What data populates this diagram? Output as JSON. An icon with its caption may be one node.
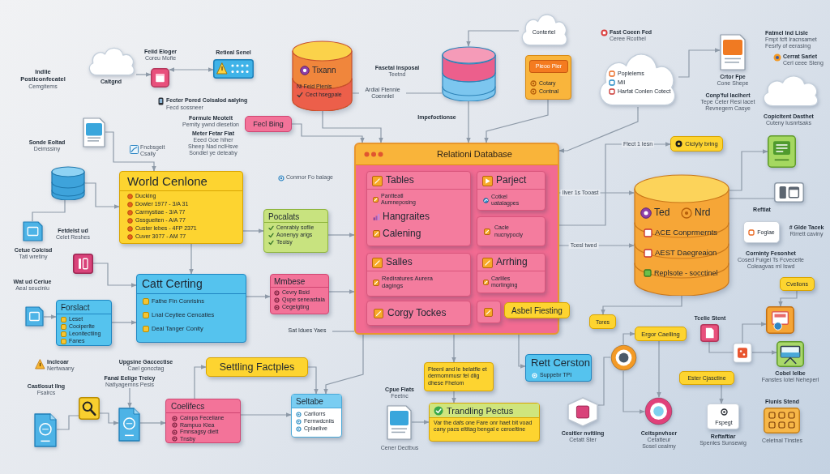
{
  "diagram": {
    "nodes": [
      {
        "text": [],
        "shape": "cloud",
        "beside": [
          "Caltgnd"
        ]
      },
      {
        "text": [],
        "shape": "picture",
        "beside": [
          "Feiid Eioger",
          "Coreu Mofie"
        ]
      },
      {
        "text": [],
        "shape": "picture",
        "beside": [
          "Retieal Senel"
        ]
      },
      {
        "text": [],
        "shape": "picture"
      },
      {
        "text": [],
        "shape": "cylinder"
      },
      {
        "text": [
          "World Cenlone",
          "Ducking",
          "Dowler 1977 - 3/A 31",
          "Carmystiae - 3/A 77",
          "Gssgueiten - A/A 77",
          "Custer lebes - 4FP 2371",
          "Cuver 3077 - AM 77"
        ]
      },
      {
        "text": [
          "Pocalats",
          "Cenrabiy soflie",
          "Aonenyy arigs",
          "Teoisy"
        ]
      },
      {
        "text": [
          "Mmbese",
          "Cevry Bsid",
          "Qupe seneastaia",
          "Cegelgting"
        ]
      },
      {
        "text": [
          "Fecl Bing"
        ]
      },
      {
        "text": [
          "Relationi Database"
        ]
      },
      {
        "text": [
          "Tables",
          "Pantteatl Aumneposing",
          "Hangraites",
          "Calening"
        ],
        "in": 9
      },
      {
        "text": [
          "Parject",
          "Cotkel uatalagpes"
        ],
        "in": 9
      },
      {
        "text": [
          "Cacle nucnypocly"
        ],
        "in": 9
      },
      {
        "text": [
          "Salles",
          "Rediratures Aurera dagings"
        ],
        "in": 9
      },
      {
        "text": [
          "Arrhing",
          "Carliles morlinging"
        ],
        "in": 9
      },
      {
        "text": [
          "Corgy Tockes"
        ],
        "in": 9
      },
      {
        "text": [],
        "shape": "box",
        "in": 9
      },
      {
        "text": [
          "Asbel Fiesting"
        ]
      },
      {
        "text": [
          "Tixann",
          "Ni Feid Pienis",
          "Cect hsegpaie"
        ]
      },
      {
        "text": [],
        "shape": "cylinder"
      },
      {
        "text": [
          "Contertel"
        ]
      },
      {
        "text": [
          "Pieoo Pier",
          "Cotary",
          "Contnal"
        ]
      },
      {
        "text": [
          "Poplelems",
          "Mil",
          "Harfat Conlen Cotect"
        ]
      },
      {
        "text": [],
        "shape": "picture",
        "beside": [
          "Crtor Fpe",
          "Cone Shepe"
        ]
      },
      {
        "text": [],
        "shape": "cloud",
        "beside": [
          "Copicitent Dasthet",
          "Cuteny Iusnrtsaks"
        ]
      },
      {
        "text": [
          "Ciclyly bring"
        ]
      },
      {
        "text": [],
        "shape": "picture"
      },
      {
        "text": [],
        "shape": "picture"
      },
      {
        "text": [
          "Ted",
          "Nrd",
          "ACE Conprmernts",
          "AEST Daegreaion",
          "Replsote - socctinel"
        ]
      },
      {
        "text": [
          "Foglae"
        ]
      },
      {
        "text": [
          "Cvelions"
        ]
      },
      {
        "text": [
          "Tores"
        ]
      },
      {
        "text": [
          "Ergor Caelling"
        ]
      },
      {
        "text": [],
        "shape": "picture",
        "beside": [
          "Tcelie Stent"
        ]
      },
      {
        "text": [],
        "shape": "picture"
      },
      {
        "text": [],
        "shape": "circle"
      },
      {
        "text": [],
        "shape": "picture"
      },
      {
        "text": [],
        "shape": "picture",
        "beside": [
          "Cobel Ielbe",
          "Fanstes Iotel Neheperl"
        ]
      },
      {
        "text": [
          "Ester Cjasctine"
        ]
      },
      {
        "text": [
          "Rett Cerston",
          "Suppebr TPI"
        ]
      },
      {
        "text": [],
        "shape": "hexagon",
        "beside": [
          "Cesitler nvitiing",
          "Cetatt Ster"
        ]
      },
      {
        "text": [],
        "shape": "circle",
        "beside": [
          "Ceitspnvhser",
          "Cetatteur",
          "Sosel ceaimy"
        ]
      },
      {
        "text": [
          "Fspegt"
        ],
        "beside": [
          "Reftaftiar",
          "Spenles Sunsewig"
        ]
      },
      {
        "text": [],
        "shape": "picture",
        "beside": [
          "Flunls Stend",
          "Celetnal Tinstes"
        ]
      },
      {
        "text": [
          "Fteenl and le belatfle et dermommusr fel dlig dhese Fhelom"
        ]
      },
      {
        "text": [
          "Trandling Pectus",
          "Var the dafs one Fare onr haet bit voad cany pacs eltitag bengal e ceroeltine"
        ]
      },
      {
        "text": [],
        "shape": "picture",
        "beside": [
          "Cpue Fiats",
          "Feetnc",
          "Cener Dectbus"
        ]
      },
      {
        "text": [
          "Seltabe",
          "Carliorrs",
          "Fernwdcniis",
          "Cplaelive"
        ]
      },
      {
        "text": [
          "Settling Factples"
        ]
      },
      {
        "text": [
          "Coelifecs",
          "Cainpa Feceliane",
          "Rampuo Kiea",
          "Fmnsagsy diett",
          "Tnsby"
        ]
      },
      {
        "text": [],
        "shape": "picture"
      },
      {
        "text": [
          "Fanal Eelige Treicy",
          "Natlyagemns Pesis"
        ]
      },
      {
        "text": [],
        "shape": "picture"
      },
      {
        "text": [],
        "shape": "picture"
      },
      {
        "text": [
          "Catt Certing",
          "Fathe Fin Conrisins",
          "Lnal Ceytiee Cencaties",
          "Deal Tanger Conity"
        ]
      },
      {
        "text": [
          "Forslact",
          "Leset",
          "Cooiperlte",
          "Leonitectiing",
          "Fanes"
        ]
      },
      {
        "text": [],
        "shape": "picture"
      },
      {
        "text": [],
        "shape": "picture"
      },
      {
        "text": [],
        "shape": "picture",
        "beside": [
          "Fetdelst ud",
          "Celet Reshes"
        ]
      },
      {
        "text": [
          "Sat Idues Yaes"
        ]
      }
    ],
    "edges": [
      {
        "from": 0,
        "to": 1,
        "arrow": "to"
      },
      {
        "from": 1,
        "to": 2,
        "arrow": "both"
      },
      {
        "from": 3,
        "to": 5,
        "arrow": "to"
      },
      {
        "from": 4,
        "to": 5,
        "arrow": "to"
      },
      {
        "from": 58,
        "to": 4,
        "arrow": "none"
      },
      {
        "from": 5,
        "to": 6,
        "arrow": "to"
      },
      {
        "from": 5,
        "to": 54,
        "arrow": "to"
      },
      {
        "from": 57,
        "to": 54,
        "arrow": "to"
      },
      {
        "from": 56,
        "to": 55,
        "arrow": "to"
      },
      {
        "from": 55,
        "to": 54,
        "arrow": "to"
      },
      {
        "from": 54,
        "to": 7,
        "arrow": "to"
      },
      {
        "from": 6,
        "to": 9,
        "arrow": "to"
      },
      {
        "from": 7,
        "to": 9,
        "arrow": "to"
      },
      {
        "from": 8,
        "to": 9,
        "arrow": "to"
      },
      {
        "from": 18,
        "to": 9,
        "arrow": "to"
      },
      {
        "from": 19,
        "to": 9,
        "arrow": "to"
      },
      {
        "from": 21,
        "to": 9,
        "arrow": "to"
      },
      {
        "from": 20,
        "to": 19,
        "arrow": "to"
      },
      {
        "from": 22,
        "to": 9,
        "arrow": "to"
      },
      {
        "from": 22,
        "to": 23,
        "arrow": "to"
      },
      {
        "from": 9,
        "to": 28,
        "arrow": "to",
        "label": "Ilver 1s Tooast"
      },
      {
        "from": 9,
        "to": 25,
        "arrow": "to",
        "label": "Flect 1 Iesn"
      },
      {
        "from": 28,
        "to": 26,
        "arrow": "to"
      },
      {
        "from": 28,
        "to": 27,
        "arrow": "none"
      },
      {
        "from": 9,
        "to": 28,
        "arrow": "to",
        "label": "Tcesl twed"
      },
      {
        "from": 28,
        "to": 31,
        "arrow": "to"
      },
      {
        "from": 35,
        "to": 32,
        "arrow": "to"
      },
      {
        "from": 32,
        "to": 41,
        "arrow": "to"
      },
      {
        "from": 35,
        "to": 41,
        "arrow": "to"
      },
      {
        "from": 40,
        "to": 35,
        "arrow": "none"
      },
      {
        "from": 38,
        "to": 42,
        "arrow": "to"
      },
      {
        "from": 36,
        "to": 34,
        "arrow": "to"
      },
      {
        "from": 36,
        "to": 37,
        "arrow": "to"
      },
      {
        "from": 33,
        "to": 36,
        "arrow": "none"
      },
      {
        "from": 30,
        "to": 34,
        "arrow": "to"
      },
      {
        "from": 9,
        "to": 39,
        "arrow": "to"
      },
      {
        "from": 9,
        "to": 44,
        "arrow": "to"
      },
      {
        "from": 44,
        "to": 45,
        "arrow": "to"
      },
      {
        "from": 46,
        "to": 45,
        "arrow": "to"
      },
      {
        "from": 9,
        "to": 47,
        "arrow": "to"
      },
      {
        "from": 48,
        "to": 47,
        "arrow": "to"
      },
      {
        "from": 49,
        "to": 48,
        "arrow": "to"
      },
      {
        "from": 49,
        "to": 47,
        "arrow": "to"
      },
      {
        "from": 50,
        "to": 49,
        "arrow": "to"
      },
      {
        "from": 52,
        "to": 50,
        "arrow": "to"
      },
      {
        "from": 53,
        "to": 52,
        "arrow": "none"
      },
      {
        "from": 51,
        "to": 50,
        "arrow": "to"
      },
      {
        "from": 18,
        "to": 19,
        "arrow": "none",
        "label": "Ardial Ftennie Coennlel"
      },
      {
        "from": 59,
        "to": 9,
        "arrow": "none"
      }
    ],
    "labels": [
      "Fast Coeen Fed",
      "Ceree Rcothel",
      "Fatmel Ind Lisle",
      "Fmpt fcft Iracnsamet Fesrfy of eerasing",
      "Indlie Posticonfecatel",
      "Cemgitems",
      "Cerrat Sariet",
      "Cerl ceee Sleng",
      "Fasetal Insposal",
      "Teetnd",
      "Fecter Pored Coisalod aalying",
      "Fecd sossneer",
      "Conp'ful lacihert",
      "Tepe Ceter Resi lacet Revnegem Casye",
      "Impefoctionse",
      "Formule Meotelt",
      "Pernity ywnd dlesetlon",
      "Sonde Eoltad",
      "Deimssiny",
      "Meter Fetar Fiat",
      "Eeed Goe hlher",
      "Sheep Nad nclHsve",
      "Sondlel ye deteaby",
      "Fncbsgeit",
      "Csaiiy",
      "Conmor Fo balage",
      "Reftiat",
      "# Glde Tacek",
      "Rirrett caviny",
      "Cetue Colcisd",
      "Tatl wretiny",
      "Corninty Fesonhet",
      "Cosed Fuigei Ts Fcveceite Coleagvas ml Iswd",
      "Wat ud Ceriue",
      "Aeal seuciniu",
      "Incleoar",
      "Nertwaany",
      "Upgsine Gaccectise",
      "Cael goncctag",
      "Castlosut llng",
      "Fsalrcs"
    ]
  }
}
